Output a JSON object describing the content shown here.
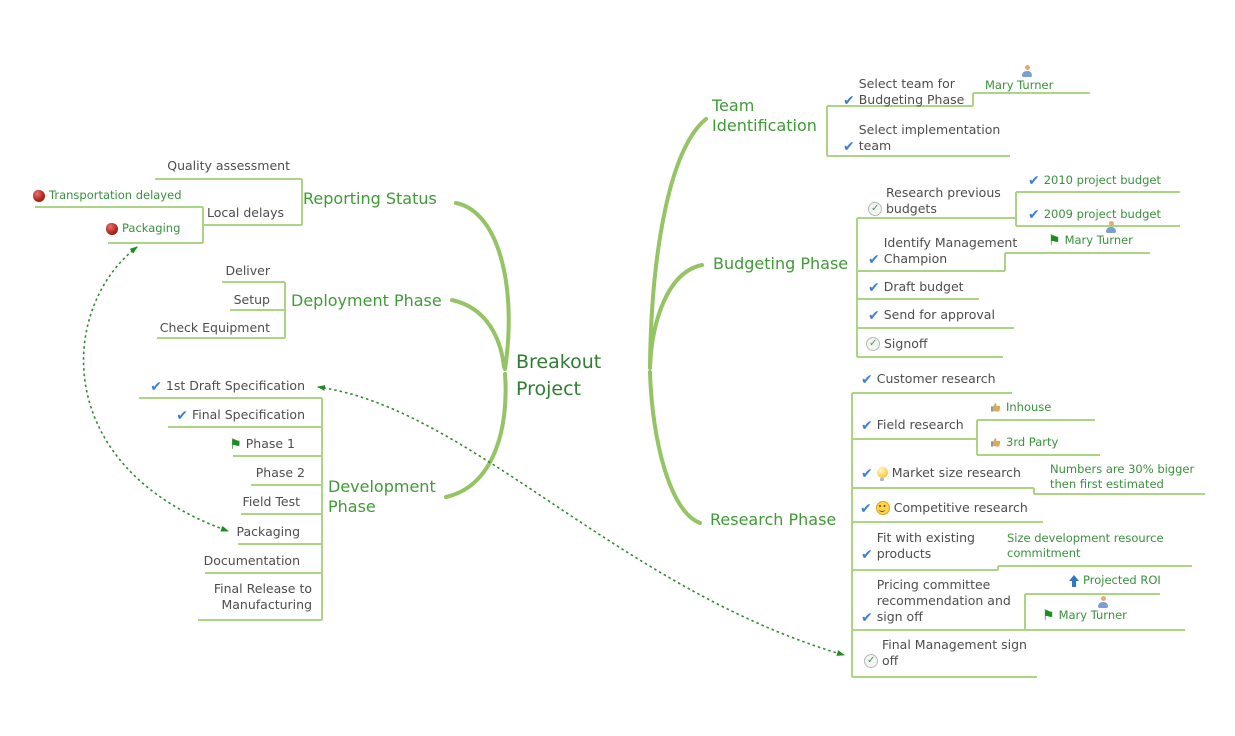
{
  "center": {
    "title": "Breakout Project"
  },
  "branches": {
    "reporting": {
      "label": "Reporting Status",
      "nodes": {
        "quality": {
          "label": "Quality assessment"
        },
        "local_delays": {
          "label": "Local delays"
        },
        "transportation": {
          "label": "Transportation delayed",
          "icons": [
            "red-drop"
          ]
        },
        "packaging": {
          "label": "Packaging",
          "icons": [
            "red-drop"
          ]
        }
      }
    },
    "deployment": {
      "label": "Deployment Phase",
      "nodes": {
        "deliver": {
          "label": "Deliver"
        },
        "setup": {
          "label": "Setup"
        },
        "check_equipment": {
          "label": "Check Equipment"
        }
      }
    },
    "development": {
      "label": "Development Phase",
      "nodes": {
        "draft_spec": {
          "label": "1st Draft Specification",
          "icons": [
            "blue-check"
          ]
        },
        "final_spec": {
          "label": "Final Specification",
          "icons": [
            "blue-check"
          ]
        },
        "phase1": {
          "label": "Phase 1",
          "icons": [
            "green-flag"
          ]
        },
        "phase2": {
          "label": "Phase 2"
        },
        "field_test": {
          "label": "Field Test"
        },
        "packaging": {
          "label": "Packaging"
        },
        "documentation": {
          "label": "Documentation"
        },
        "final_release": {
          "label": "Final Release to Manufacturing"
        }
      }
    },
    "team": {
      "label": "Team Identification",
      "nodes": {
        "select_team_budgeting": {
          "label": "Select team for Budgeting Phase",
          "icons": [
            "blue-check"
          ]
        },
        "mary_turner": {
          "label": "Mary Turner",
          "icons": [
            "person"
          ]
        },
        "select_impl_team": {
          "label": "Select implementation team",
          "icons": [
            "blue-check"
          ]
        }
      }
    },
    "budgeting": {
      "label": "Budgeting Phase",
      "nodes": {
        "research_prev": {
          "label": "Research previous budgets",
          "icons": [
            "green-circle-check"
          ]
        },
        "budget2010": {
          "label": "2010 project budget",
          "icons": [
            "blue-check"
          ]
        },
        "budget2009": {
          "label": "2009 project budget",
          "icons": [
            "blue-check"
          ]
        },
        "identify_champion": {
          "label": "Identify Management Champion",
          "icons": [
            "blue-check"
          ]
        },
        "mary_turner": {
          "label": "Mary Turner",
          "icons": [
            "green-flag",
            "person"
          ]
        },
        "draft_budget": {
          "label": "Draft budget",
          "icons": [
            "blue-check"
          ]
        },
        "send_approval": {
          "label": "Send for approval",
          "icons": [
            "blue-check"
          ]
        },
        "signoff": {
          "label": "Signoff",
          "icons": [
            "green-circle-check"
          ]
        }
      }
    },
    "research": {
      "label": "Research Phase",
      "nodes": {
        "customer": {
          "label": "Customer research",
          "icons": [
            "blue-check"
          ]
        },
        "field": {
          "label": "Field research",
          "icons": [
            "blue-check"
          ]
        },
        "inhouse": {
          "label": "Inhouse",
          "icons": [
            "thumbs-up"
          ]
        },
        "third_party": {
          "label": "3rd Party",
          "icons": [
            "thumbs-up"
          ]
        },
        "market_size": {
          "label": "Market size research",
          "icons": [
            "blue-check",
            "lightbulb"
          ]
        },
        "market_note": {
          "label": "Numbers are 30% bigger then first estimated"
        },
        "competitive": {
          "label": "Competitive research",
          "icons": [
            "blue-check",
            "smiley"
          ]
        },
        "fit_existing": {
          "label": "Fit with existing products",
          "icons": [
            "blue-check"
          ]
        },
        "fit_note": {
          "label": "Size development resource commitment"
        },
        "pricing": {
          "label": "Pricing committee recommendation and sign off",
          "icons": [
            "blue-check"
          ]
        },
        "projected_roi": {
          "label": "Projected ROI",
          "icons": [
            "up-arrow"
          ]
        },
        "mary_turner": {
          "label": "Mary Turner",
          "icons": [
            "green-flag",
            "person"
          ]
        },
        "final_mgmt": {
          "label": "Final Management sign off",
          "icons": [
            "green-circle-check"
          ]
        }
      }
    }
  },
  "relationships": [
    {
      "from": "Packaging (Development Phase)",
      "to": "Packaging (Reporting Status)",
      "style": "green-dashed-curve-arrows-both-ends"
    },
    {
      "from": "Final Management sign off",
      "to": "1st Draft Specification",
      "style": "green-dashed-curve-arrows-both-ends"
    }
  ],
  "icon_legend": {
    "blue-check": "task checked",
    "green-circle-check": "task completed / approved",
    "green-flag": "milestone flag",
    "person": "assigned resource",
    "thumbs-up": "approval",
    "lightbulb": "idea",
    "smiley": "positive sentiment",
    "up-arrow": "trending up",
    "red-drop": "delay / risk marker"
  },
  "colors": {
    "branch_green": "#3f9b35",
    "note_green": "#39913c",
    "curve_green": "#94c464",
    "line_green": "#abd584",
    "dashed_green": "#2e8b2e",
    "text_gray": "#4d4d4d",
    "center_green": "#2f7d33",
    "check_blue": "#3e7fd6",
    "alert_red": "#b72722"
  }
}
